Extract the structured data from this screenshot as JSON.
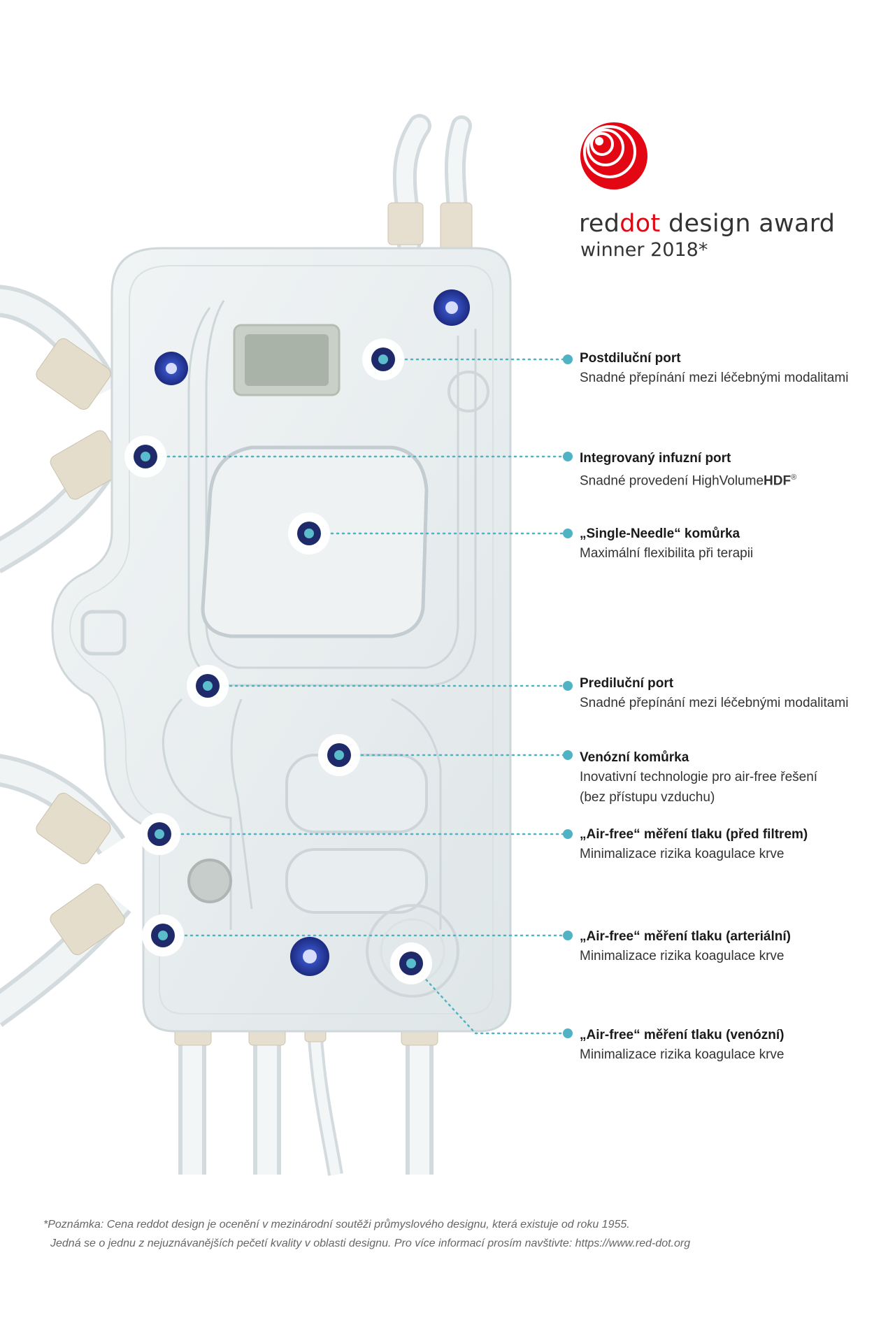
{
  "award": {
    "title_part1": "red",
    "title_part2": "dot",
    "title_part3": " design award",
    "subtitle": "winner 2018*",
    "brand_red": "#e30613"
  },
  "callouts": [
    {
      "title": "Postdiluční port",
      "desc": "Snadné přepínání mezi léčebnými modalitami"
    },
    {
      "title": "Integrovaný infuzní port",
      "desc_prefix": "Snadné provedení HighVolume",
      "desc_bold": "HDF",
      "desc_sup": "®"
    },
    {
      "title": "„Single-Needle“ komůrka",
      "desc": "Maximální flexibilita při terapii"
    },
    {
      "title": "Prediluční port",
      "desc": "Snadné přepínání mezi léčebnými modalitami"
    },
    {
      "title": "Venózní komůrka",
      "desc_line1": "Inovativní technologie pro air-free řešení",
      "desc_line2": "(bez přístupu vzduchu)"
    },
    {
      "title": "„Air-free“ měření tlaku (před filtrem)",
      "desc": "Minimalizace rizika koagulace krve"
    },
    {
      "title": "„Air-free“ měření tlaku (arteriální)",
      "desc": "Minimalizace rizika koagulace krve"
    },
    {
      "title": "„Air-free“ měření tlaku (venózní)",
      "desc": "Minimalizace rizika koagulace krve"
    }
  ],
  "footnote": {
    "line1": "*Poznámka: Cena reddot design je ocenění v mezinárodní soutěži průmyslového designu, která existuje od roku 1955.",
    "line2": "Jedná se o jednu z nejuznávanějších pečetí kvality v oblasti designu. Pro více informací prosím navštivte: https://www.red-dot.org"
  },
  "colors": {
    "leader_line": "#4fb3c4",
    "marker_dot": "#5bbccc",
    "marker_ring": "#1f2a6b",
    "connector_blue": "#2b3fa8"
  }
}
